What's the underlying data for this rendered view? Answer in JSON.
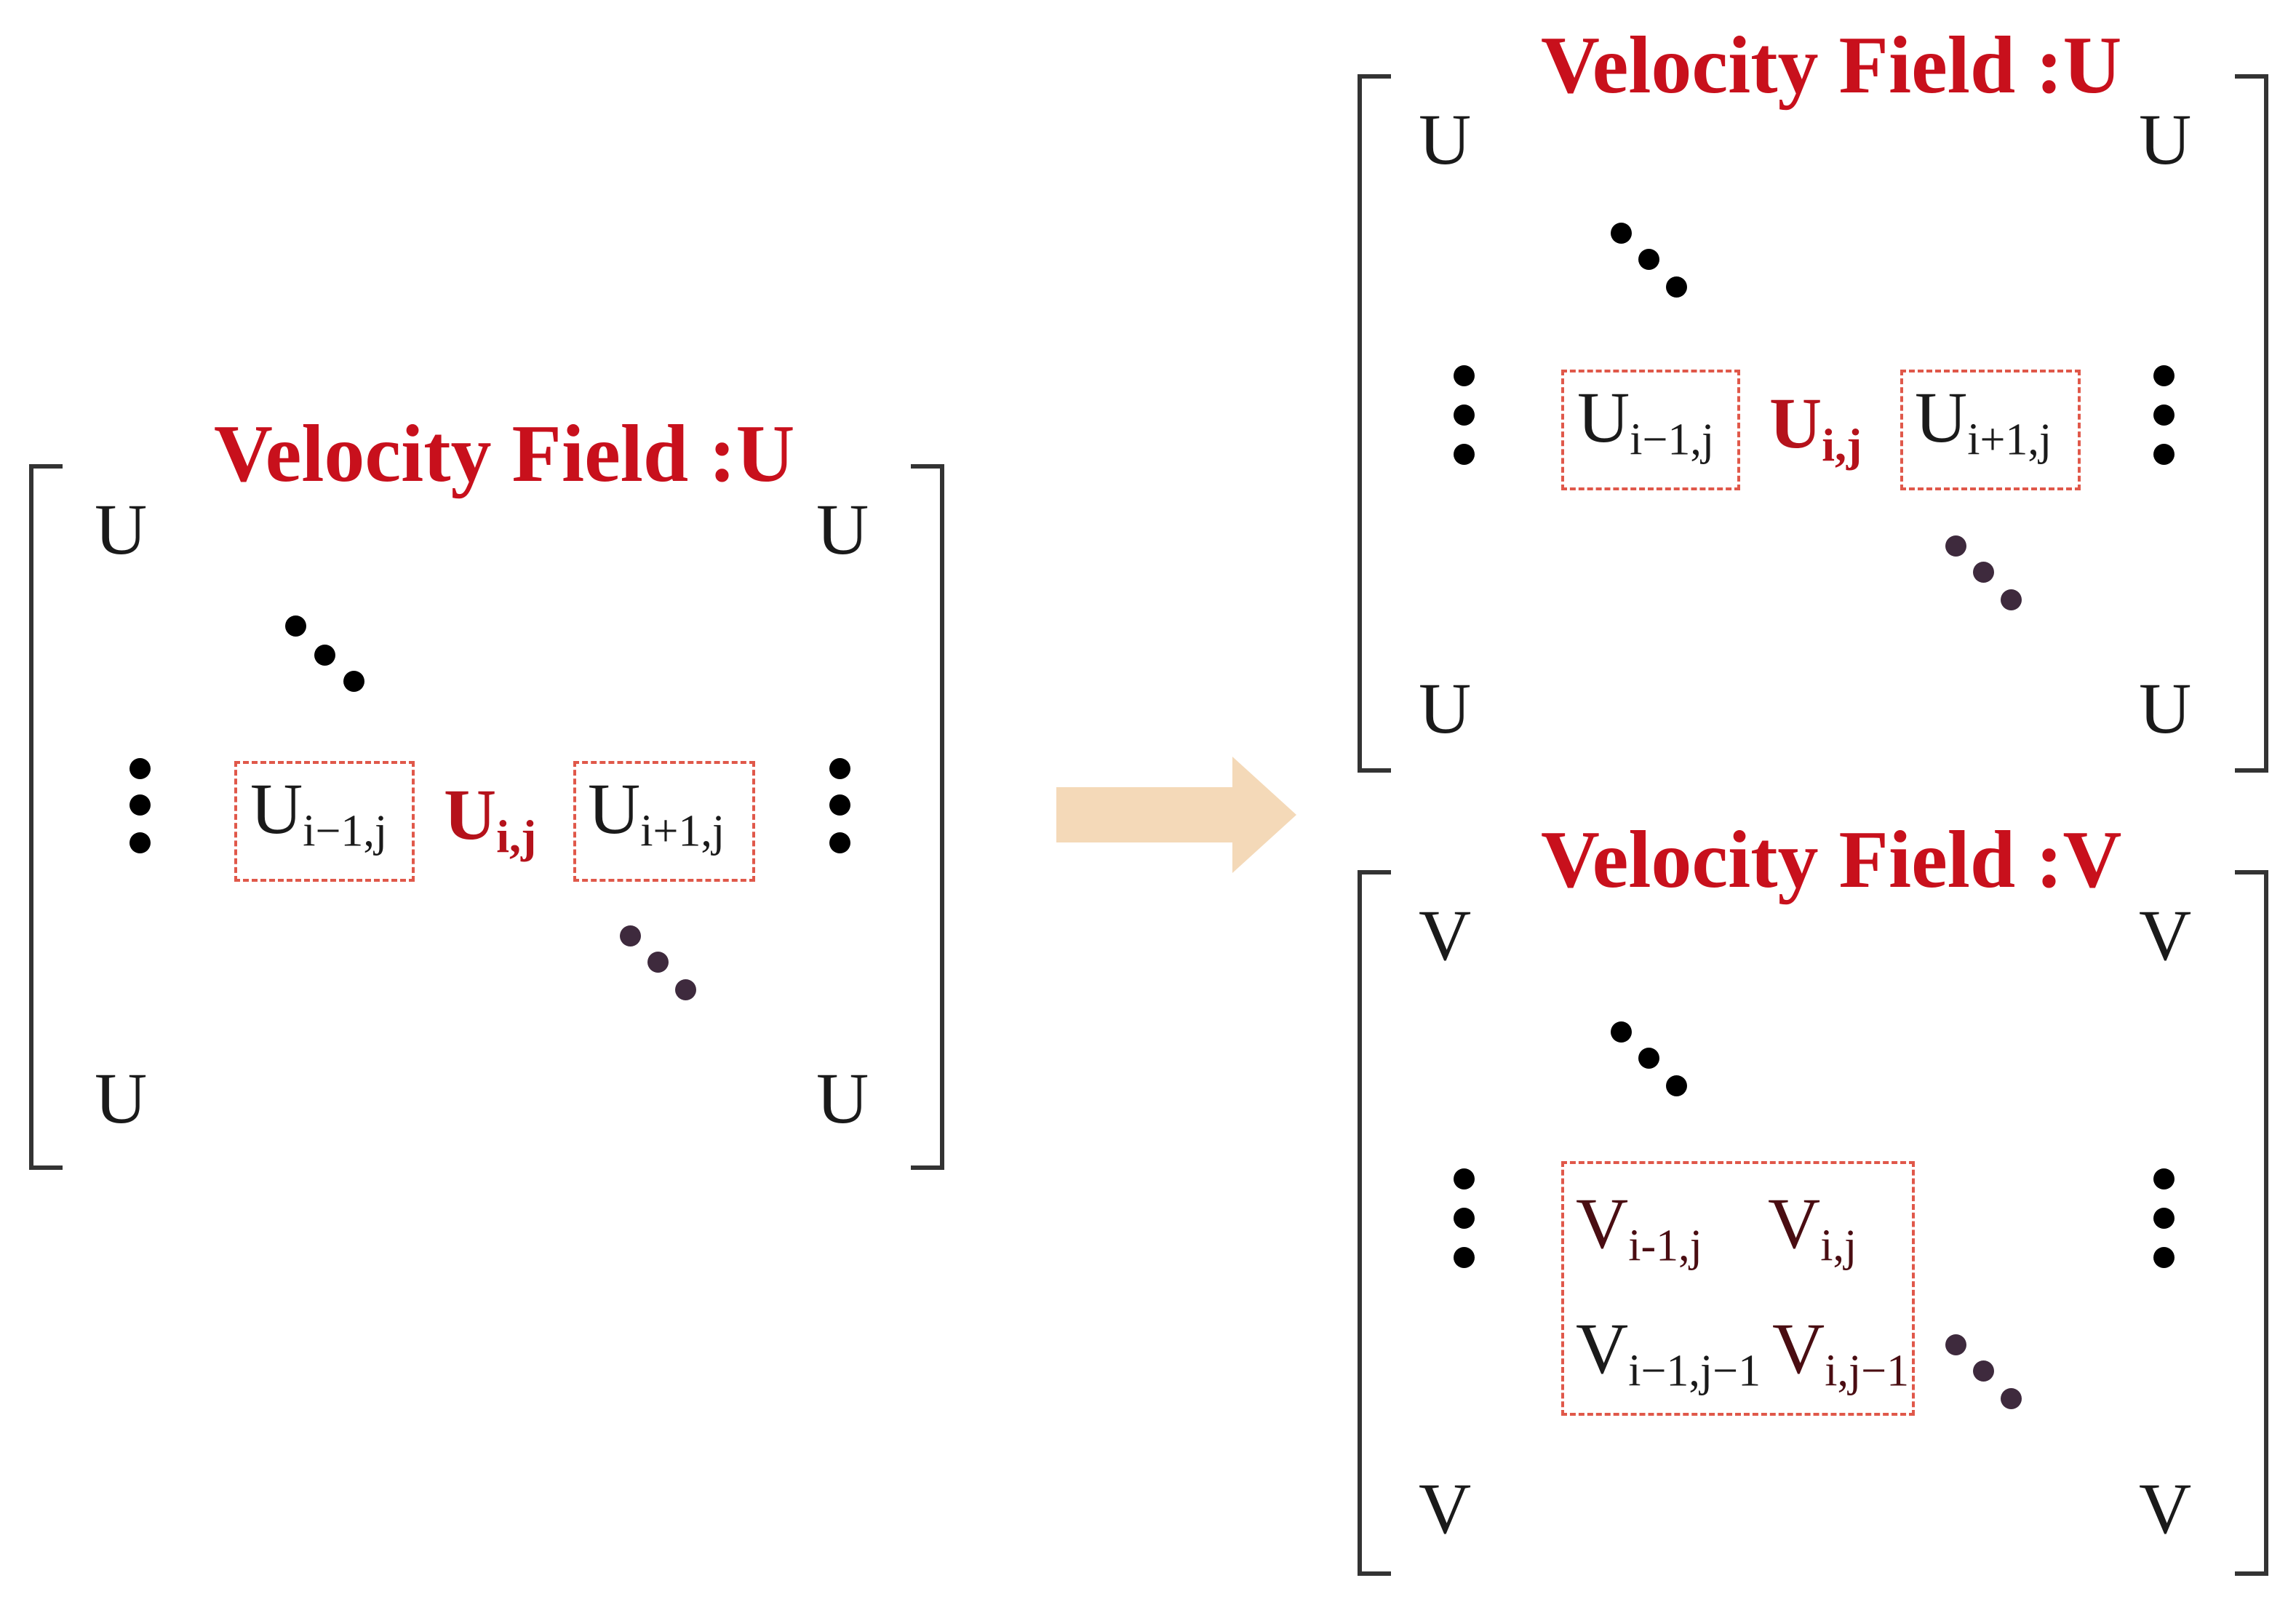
{
  "colors": {
    "title": "#c8101c",
    "matrix_text": "#1a1a1a",
    "v_terms": "#4a0d12",
    "highlight": "#b5121b",
    "dashed_box": "#e0584a",
    "arrow": "#f4d9b8",
    "dots_primary": "#000000",
    "dots_secondary": "#3e2a3d"
  },
  "left_matrix": {
    "title": "Velocity Field :U",
    "corner_top_left": "U",
    "corner_top_right": "U",
    "corner_bottom_left": "U",
    "corner_bottom_right": "U",
    "term_left": {
      "base": "U",
      "sub": "i−1,j"
    },
    "term_center": {
      "base": "U",
      "sub": "i,j"
    },
    "term_right": {
      "base": "U",
      "sub": "i+1,j"
    }
  },
  "arrow": {
    "icon": "right-arrow-icon"
  },
  "right_top_matrix": {
    "title": "Velocity Field :U",
    "corner_top_left": "U",
    "corner_top_right": "U",
    "corner_bottom_left": "U",
    "corner_bottom_right": "U",
    "term_left": {
      "base": "U",
      "sub": "i−1,j"
    },
    "term_center": {
      "base": "U",
      "sub": "i,j"
    },
    "term_right": {
      "base": "U",
      "sub": "i+1,j"
    }
  },
  "right_bottom_matrix": {
    "title": "Velocity Field :V",
    "corner_top_left": "V",
    "corner_top_right": "V",
    "corner_bottom_left": "V",
    "corner_bottom_right": "V",
    "term_top_left": {
      "base": "V",
      "sub": "i-1,j"
    },
    "term_top_right": {
      "base": "V",
      "sub": "i,j"
    },
    "term_bottom_left": {
      "base": "V",
      "sub": "i−1,j−1"
    },
    "term_bottom_right": {
      "base": "V",
      "sub": "i,j−1"
    }
  }
}
